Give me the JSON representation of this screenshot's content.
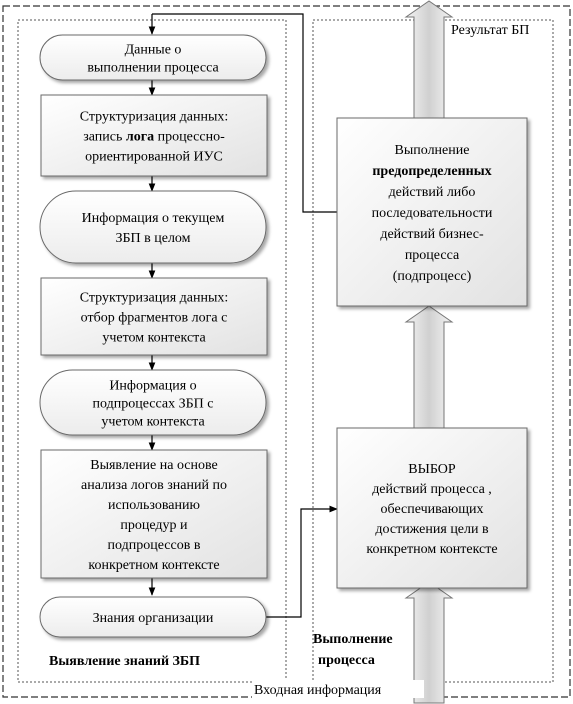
{
  "labels": {
    "result": "Результат БП",
    "input": "Входная информация",
    "left_panel_caption": "Выявление знаний ЗБП",
    "right_panel_caption": [
      "Выполнение",
      "процесса"
    ]
  },
  "nodes": [
    {
      "id": "n1",
      "shape": "rounded",
      "lines": [
        [
          "Данные о"
        ],
        [
          "выполнении процесса"
        ]
      ]
    },
    {
      "id": "n2",
      "shape": "rect",
      "lines": [
        [
          "Структуризация данных:"
        ],
        [
          "запись ",
          {
            "b": "лога"
          },
          " процессно-"
        ],
        [
          "ориентированной ИУС"
        ]
      ]
    },
    {
      "id": "n3",
      "shape": "rounded",
      "lines": [
        [
          "Информация о текущем"
        ],
        [
          "ЗБП в целом"
        ]
      ]
    },
    {
      "id": "n4",
      "shape": "rect",
      "lines": [
        [
          "Структуризация данных:"
        ],
        [
          "отбор фрагментов лога с"
        ],
        [
          "учетом контекста"
        ]
      ]
    },
    {
      "id": "n5",
      "shape": "rounded",
      "lines": [
        [
          "Информация о"
        ],
        [
          "подпроцессах  ЗБП с"
        ],
        [
          "учетом контекста"
        ]
      ]
    },
    {
      "id": "n6",
      "shape": "rect",
      "lines": [
        [
          "Выявление на основе"
        ],
        [
          "анализа логов знаний по"
        ],
        [
          "использованию"
        ],
        [
          "процедур и"
        ],
        [
          "подпроцессов в"
        ],
        [
          "конкретном контексте"
        ]
      ]
    },
    {
      "id": "n7",
      "shape": "rounded",
      "lines": [
        [
          "Знания организации"
        ]
      ]
    },
    {
      "id": "n8",
      "shape": "rect",
      "lines": [
        [
          "Выполнение"
        ],
        [
          {
            "b": "предопределенных"
          }
        ],
        [
          "действий либо"
        ],
        [
          "последовательности"
        ],
        [
          "действий бизнес-"
        ],
        [
          "процесса"
        ],
        [
          "(подпроцесс)"
        ]
      ]
    },
    {
      "id": "n9",
      "shape": "rect",
      "lines": [
        [
          "ВЫБОР"
        ],
        [
          "действий процесса ,"
        ],
        [
          "обеспечивающих"
        ],
        [
          "достижения цели в"
        ],
        [
          "конкретном контексте"
        ]
      ]
    }
  ]
}
